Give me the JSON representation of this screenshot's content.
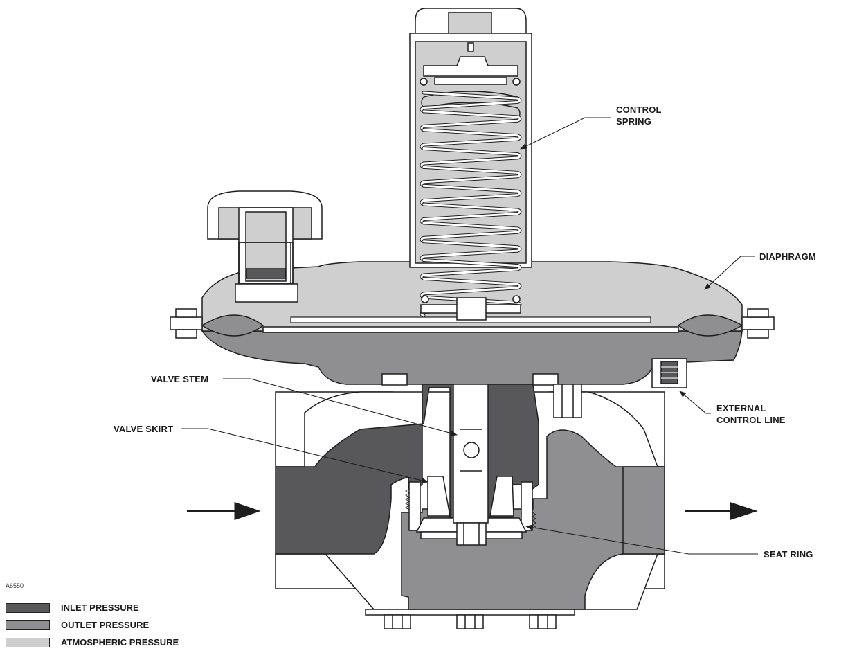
{
  "colors": {
    "inlet": "#58585a",
    "outlet": "#8f8f91",
    "atmospheric": "#cfcfd0",
    "outline": "#1e1e1e",
    "metal": "#ffffff"
  },
  "callouts": {
    "control_spring": [
      "CONTROL",
      "SPRING"
    ],
    "diaphragm": "DIAPHRAGM",
    "valve_stem": "VALVE STEM",
    "valve_skirt": "VALVE SKIRT",
    "external_control_line": [
      "EXTERNAL",
      "CONTROL LINE"
    ],
    "seat_ring": "SEAT RING"
  },
  "figure_id": "A6550",
  "legend": [
    {
      "label": "INLET PRESSURE",
      "color": "#58585a"
    },
    {
      "label": "OUTLET PRESSURE",
      "color": "#8f8f91"
    },
    {
      "label": "ATMOSPHERIC PRESSURE",
      "color": "#cfcfd0"
    }
  ]
}
